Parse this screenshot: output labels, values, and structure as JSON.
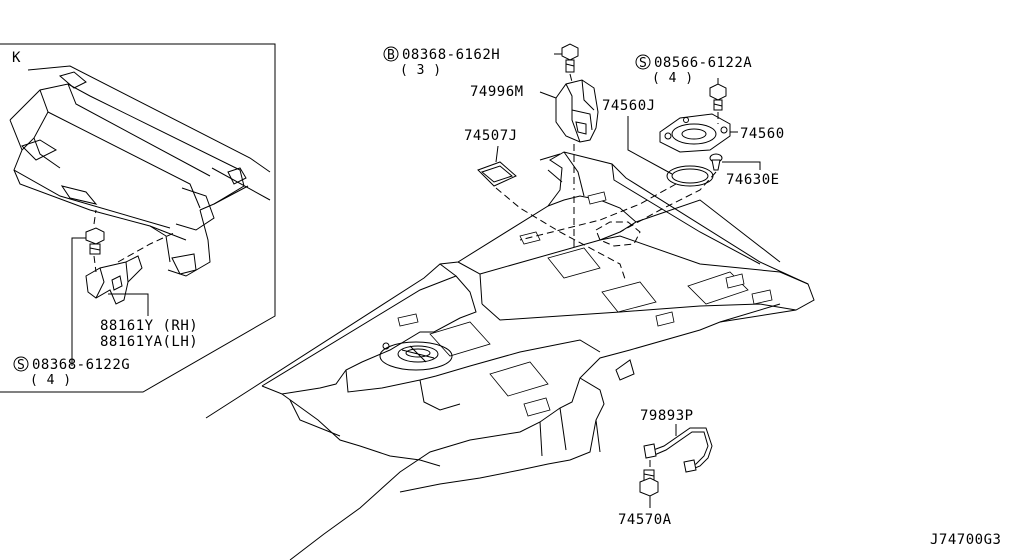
{
  "diagram": {
    "view_marker": "K",
    "figure_code": "J74700G3",
    "callouts": [
      {
        "id": "b-bolt",
        "prefix_symbol": "B",
        "part_number": "08368-6162H",
        "quantity": "( 3 )"
      },
      {
        "id": "74996M",
        "part_number": "74996M"
      },
      {
        "id": "74507J",
        "part_number": "74507J"
      },
      {
        "id": "74560J",
        "part_number": "74560J"
      },
      {
        "id": "s-screw-top",
        "prefix_symbol": "S",
        "part_number": "08566-6122A",
        "quantity": "( 4 )"
      },
      {
        "id": "74560",
        "part_number": "74560"
      },
      {
        "id": "74630E",
        "part_number": "74630E"
      },
      {
        "id": "88161Y",
        "part_number": "88161Y  (RH)"
      },
      {
        "id": "88161YA",
        "part_number": "88161YA(LH)"
      },
      {
        "id": "s-screw-left",
        "prefix_symbol": "S",
        "part_number": "08368-6122G",
        "quantity": "( 4 )"
      },
      {
        "id": "79893P",
        "part_number": "79893P"
      },
      {
        "id": "74570A",
        "part_number": "74570A"
      }
    ]
  }
}
